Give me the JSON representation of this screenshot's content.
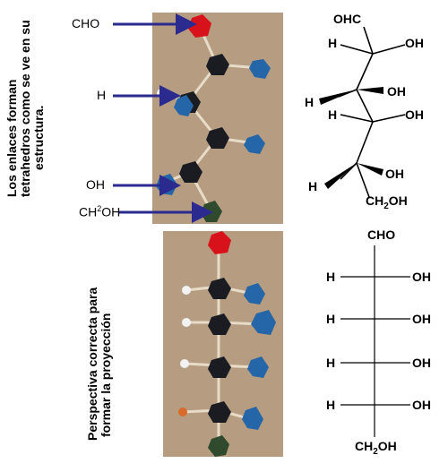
{
  "left_captions": {
    "top": [
      "Los enlaces forman",
      "tetrahedros como se ve en su",
      "estructura."
    ],
    "bottom": [
      "Perspectiva correcta para",
      "formar la proyección"
    ]
  },
  "arrow_labels": {
    "cho": "CHO",
    "h": "H",
    "oh": "OH",
    "ch2oh_main": "CH",
    "ch2oh_sup": "2",
    "ch2oh_tail": "OH"
  },
  "wedge_structure": {
    "top": "OHC",
    "rows": [
      {
        "left": "H",
        "right": "OH"
      },
      {
        "left": "H",
        "right": "OH"
      },
      {
        "left": "H",
        "right": "OH"
      },
      {
        "left": "H",
        "right": "OH"
      }
    ],
    "bottom": "CH2OH"
  },
  "fischer_projection": {
    "top": "CHO",
    "rows": [
      {
        "left": "H",
        "right": "OH"
      },
      {
        "left": "H",
        "right": "OH"
      },
      {
        "left": "H",
        "right": "OH"
      },
      {
        "left": "H",
        "right": "OH"
      }
    ],
    "bottom": "CH2OH"
  },
  "colors": {
    "arrow": "#2b2a8f",
    "photo_bg": "#b69c81",
    "red_ball": "#d8121b",
    "blue_ball": "#2466a8",
    "black_ball": "#1b1b22",
    "green_ball": "#2f4a2c"
  }
}
